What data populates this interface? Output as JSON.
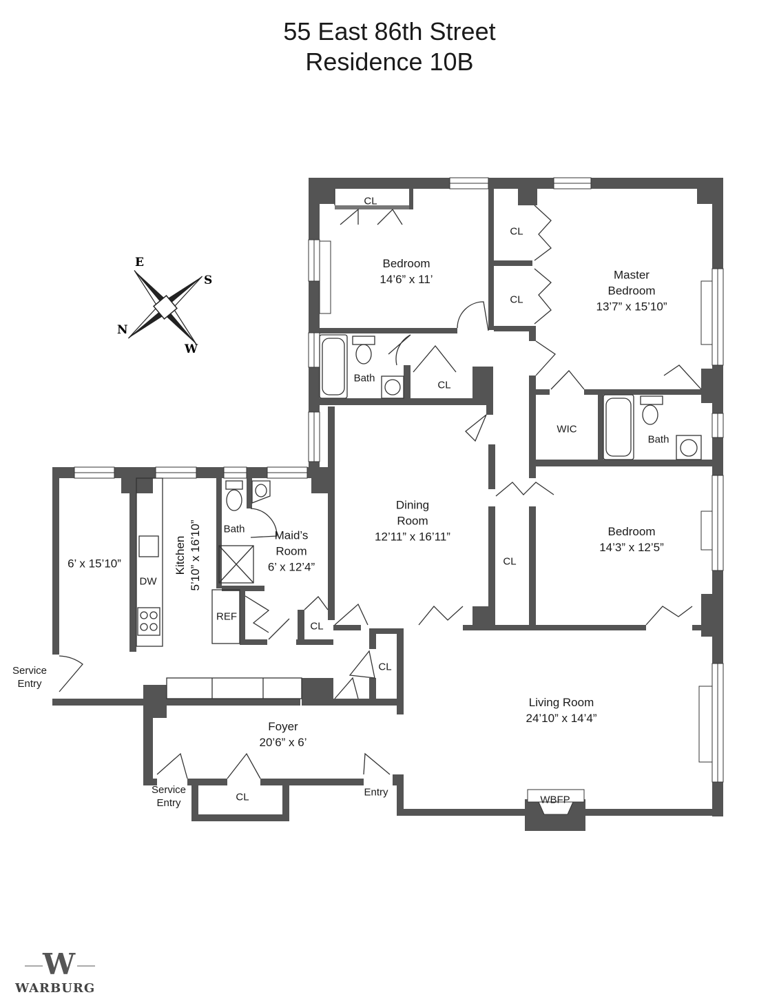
{
  "header": {
    "address": "55 East 86th Street",
    "residence": "Residence 10B"
  },
  "rooms": {
    "bedroom1": {
      "name": "Bedroom",
      "size": "14’6” x 11’"
    },
    "master": {
      "name_line1": "Master",
      "name_line2": "Bedroom",
      "size": "13’7” x 15’10”"
    },
    "bedroom2": {
      "name": "Bedroom",
      "size": "14’3” x 12’5”"
    },
    "dining": {
      "name_line1": "Dining",
      "name_line2": "Room",
      "size": "12’11” x 16’11”"
    },
    "maids": {
      "name_line1": "Maid’s",
      "name_line2": "Room",
      "size": "6’ x 12’4”"
    },
    "kitchen": {
      "name": "Kitchen",
      "size": "5’10” x 16’10”"
    },
    "pantry": {
      "size": "6’ x 15’10”"
    },
    "living": {
      "name": "Living Room",
      "size": "24’10” x 14’4”"
    },
    "foyer": {
      "name": "Foyer",
      "size": "20’6” x 6’"
    }
  },
  "fixtures": {
    "closet": "CL",
    "bath": "Bath",
    "wic": "WIC",
    "dw": "DW",
    "ref": "REF",
    "wbfp": "WBFP",
    "entry": "Entry",
    "service_line1": "Service",
    "service_line2": "Entry"
  },
  "compass": {
    "e": "E",
    "s": "S",
    "n": "N",
    "w": "W"
  },
  "brand": {
    "name": "WARBURG",
    "monogram": "W"
  },
  "colors": {
    "wall": "#545454",
    "line": "#333333"
  }
}
